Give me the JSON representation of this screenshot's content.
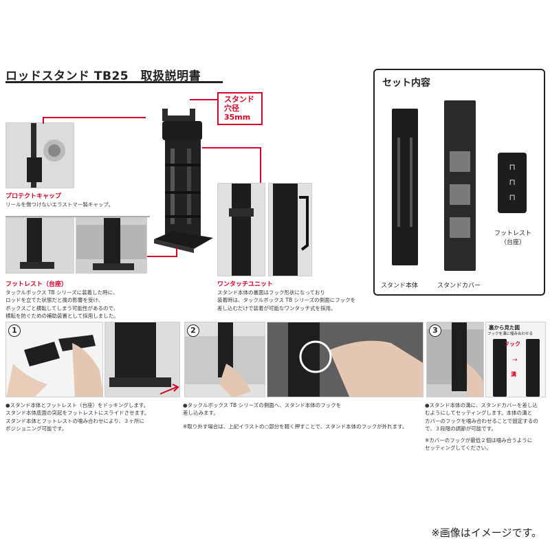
{
  "title": "ロッドスタンド TB25　取扱説明書",
  "hole_callout": {
    "line1": "スタンド穴径",
    "line2": "35mm"
  },
  "protect_cap": {
    "title": "プロテクトキャップ",
    "body": "リールを傷つけないエラストマー製キャップ。"
  },
  "footrest": {
    "title": "フットレスト（台座）",
    "body": [
      "タックルボックス TB シリーズに装着した時に、",
      "ロッドを立てた状態だと風の影響を受け、",
      "ボックスごと横転してしまう可能性があるので、",
      "横転を防ぐための補助装置として採用しました。"
    ]
  },
  "onetouch": {
    "title": "ワンタッチユニット",
    "body": [
      "スタンド本体の裏面はフック形状になっており",
      "装着時は、タックルボックス TB シリーズの側面にフックを",
      "差し込むだけで装着が可能なワンタッチ式を採用。"
    ]
  },
  "set_contents": {
    "title": "セット内容",
    "items": {
      "stand_body": "スタンド本体",
      "stand_cover": "スタンドカバー",
      "footrest_line1": "フットレスト",
      "footrest_line2": "（台座）"
    }
  },
  "steps": [
    {
      "num": "1",
      "text": [
        "●スタンド本体とフットレスト（台座）をドッキングします。",
        "スタンド本体底面の突起をフットレストにスライドさせます。",
        "スタンド本体とフットレストの噛み合わせにより、３ヶ所に",
        "ポジショニング可能です。"
      ]
    },
    {
      "num": "2",
      "text": [
        "●タックルボックス TB シリーズの側面へ、スタンド本体のフックを",
        "差し込みます。"
      ],
      "note": "※取り外す場合は、上記イラストの○部分を軽く押すことで、スタンド本体のフックが外れます。"
    },
    {
      "num": "3",
      "text": [
        "●スタンド本体の溝に、スタンドカバーを差し込",
        "むようにしてセッティングします。本体の溝と",
        "カバーのフックを噛み合わせることで固定するの",
        "で、３段階の調節が可能です。"
      ],
      "note": [
        "※カバーのフックが最低２個は噛み合うように",
        "セッティングしてください。"
      ]
    }
  ],
  "back_view": {
    "title": "裏から見た図",
    "sub": "フックを溝に噛み合わせる",
    "hook": "フック",
    "groove": "溝"
  },
  "disclaimer": "※画像はイメージです。"
}
